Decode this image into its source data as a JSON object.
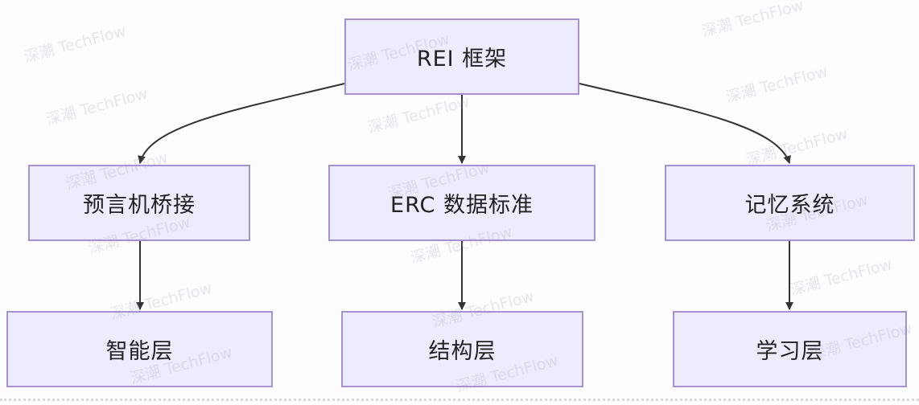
{
  "watermark": "深潮 TechFlow",
  "nodes": {
    "root": "REI 框架",
    "oracle_bridge": "预言机桥接",
    "erc_standard": "ERC 数据标准",
    "memory_system": "记忆系统",
    "intelligence_layer": "智能层",
    "structure_layer": "结构层",
    "learning_layer": "学习层"
  },
  "colors": {
    "node_fill": "#ececfd",
    "node_border": "#a592d4",
    "edge": "#333333"
  }
}
